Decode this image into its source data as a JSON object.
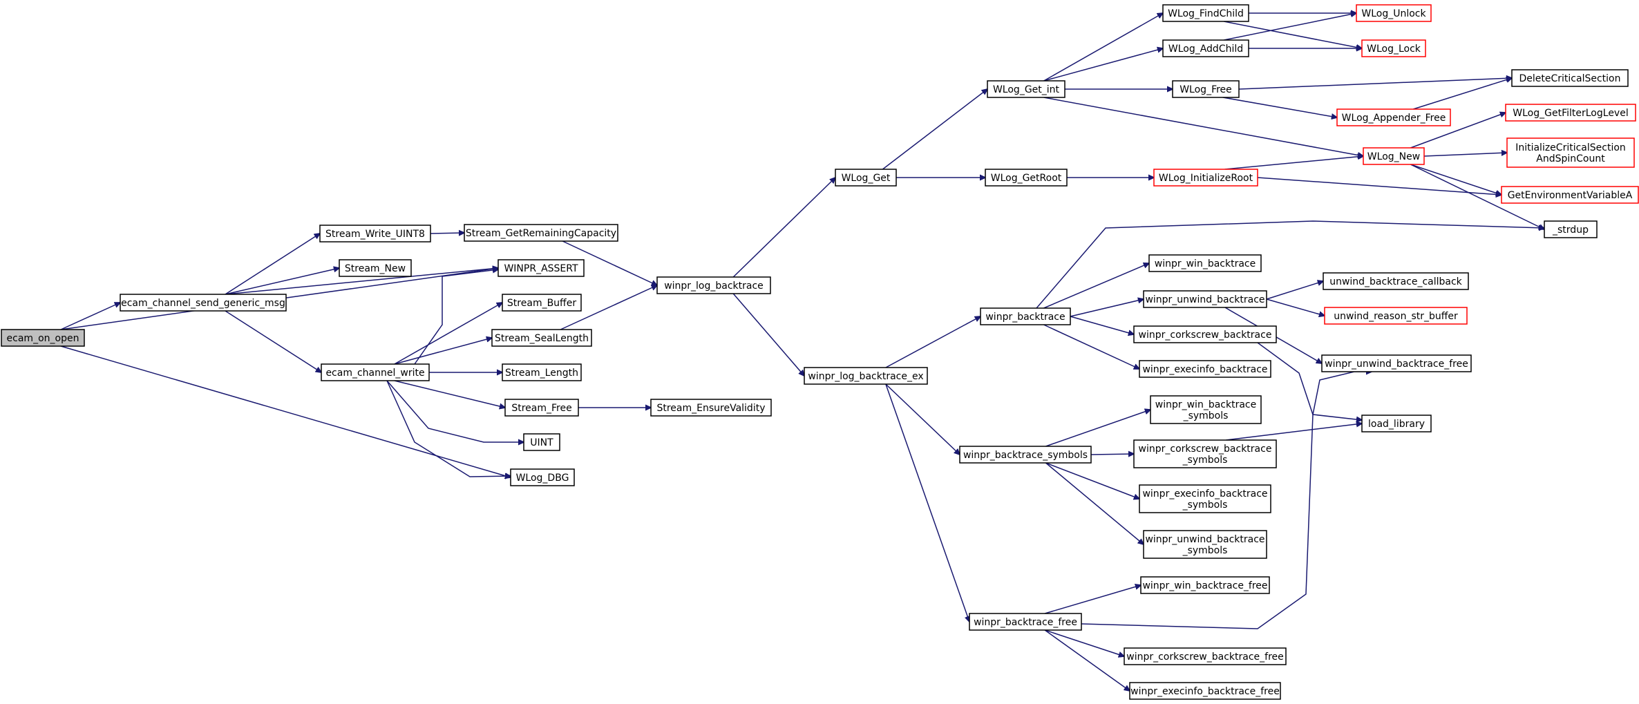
{
  "colors": {
    "edge": "#191970",
    "node_border": "#000000",
    "node_border_external": "#ff0000",
    "root_fill": "#bfbfbf"
  },
  "nodes": [
    {
      "id": "ecam_on_open",
      "lines": [
        "ecam_on_open"
      ],
      "style": "root"
    },
    {
      "id": "ecam_channel_send_generic_msg",
      "lines": [
        "ecam_channel_send_generic_msg"
      ],
      "style": "normal"
    },
    {
      "id": "WINPR_ASSERT",
      "lines": [
        "WINPR_ASSERT"
      ],
      "style": "normal"
    },
    {
      "id": "WLog_DBG",
      "lines": [
        "WLog_DBG"
      ],
      "style": "normal"
    },
    {
      "id": "Stream_Write_UINT8",
      "lines": [
        "Stream_Write_UINT8"
      ],
      "style": "normal"
    },
    {
      "id": "Stream_New",
      "lines": [
        "Stream_New"
      ],
      "style": "normal"
    },
    {
      "id": "ecam_channel_write",
      "lines": [
        "ecam_channel_write"
      ],
      "style": "normal"
    },
    {
      "id": "Stream_GetRemainingCapacity",
      "lines": [
        "Stream_GetRemainingCapacity"
      ],
      "style": "normal"
    },
    {
      "id": "Stream_Buffer",
      "lines": [
        "Stream_Buffer"
      ],
      "style": "normal"
    },
    {
      "id": "Stream_SealLength",
      "lines": [
        "Stream_SealLength"
      ],
      "style": "normal"
    },
    {
      "id": "Stream_Length",
      "lines": [
        "Stream_Length"
      ],
      "style": "normal"
    },
    {
      "id": "Stream_Free",
      "lines": [
        "Stream_Free"
      ],
      "style": "normal"
    },
    {
      "id": "UINT",
      "lines": [
        "UINT"
      ],
      "style": "normal"
    },
    {
      "id": "Stream_EnsureValidity",
      "lines": [
        "Stream_EnsureValidity"
      ],
      "style": "normal"
    },
    {
      "id": "winpr_log_backtrace",
      "lines": [
        "winpr_log_backtrace"
      ],
      "style": "normal"
    },
    {
      "id": "WLog_Get",
      "lines": [
        "WLog_Get"
      ],
      "style": "normal"
    },
    {
      "id": "winpr_log_backtrace_ex",
      "lines": [
        "winpr_log_backtrace_ex"
      ],
      "style": "normal"
    },
    {
      "id": "WLog_Get_int",
      "lines": [
        "WLog_Get_int"
      ],
      "style": "normal"
    },
    {
      "id": "WLog_GetRoot",
      "lines": [
        "WLog_GetRoot"
      ],
      "style": "normal"
    },
    {
      "id": "WLog_FindChild",
      "lines": [
        "WLog_FindChild"
      ],
      "style": "normal"
    },
    {
      "id": "WLog_AddChild",
      "lines": [
        "WLog_AddChild"
      ],
      "style": "normal"
    },
    {
      "id": "WLog_Free",
      "lines": [
        "WLog_Free"
      ],
      "style": "normal"
    },
    {
      "id": "WLog_InitializeRoot",
      "lines": [
        "WLog_InitializeRoot"
      ],
      "style": "red"
    },
    {
      "id": "WLog_Unlock",
      "lines": [
        "WLog_Unlock"
      ],
      "style": "red"
    },
    {
      "id": "WLog_Lock",
      "lines": [
        "WLog_Lock"
      ],
      "style": "red"
    },
    {
      "id": "DeleteCriticalSection",
      "lines": [
        "DeleteCriticalSection"
      ],
      "style": "normal"
    },
    {
      "id": "WLog_Appender_Free",
      "lines": [
        "WLog_Appender_Free"
      ],
      "style": "red"
    },
    {
      "id": "WLog_New",
      "lines": [
        "WLog_New"
      ],
      "style": "red"
    },
    {
      "id": "WLog_GetFilterLogLevel",
      "lines": [
        "WLog_GetFilterLogLevel"
      ],
      "style": "red"
    },
    {
      "id": "InitializeCriticalSectionAndSpinCount",
      "lines": [
        "InitializeCriticalSection",
        "AndSpinCount"
      ],
      "style": "red"
    },
    {
      "id": "GetEnvironmentVariableA",
      "lines": [
        "GetEnvironmentVariableA"
      ],
      "style": "red"
    },
    {
      "id": "_strdup",
      "lines": [
        "_strdup"
      ],
      "style": "normal"
    },
    {
      "id": "winpr_backtrace",
      "lines": [
        "winpr_backtrace"
      ],
      "style": "normal"
    },
    {
      "id": "winpr_backtrace_symbols",
      "lines": [
        "winpr_backtrace_symbols"
      ],
      "style": "normal"
    },
    {
      "id": "winpr_backtrace_free",
      "lines": [
        "winpr_backtrace_free"
      ],
      "style": "normal"
    },
    {
      "id": "winpr_win_backtrace",
      "lines": [
        "winpr_win_backtrace"
      ],
      "style": "normal"
    },
    {
      "id": "winpr_unwind_backtrace",
      "lines": [
        "winpr_unwind_backtrace"
      ],
      "style": "normal"
    },
    {
      "id": "winpr_corkscrew_backtrace",
      "lines": [
        "winpr_corkscrew_backtrace"
      ],
      "style": "normal"
    },
    {
      "id": "winpr_execinfo_backtrace",
      "lines": [
        "winpr_execinfo_backtrace"
      ],
      "style": "normal"
    },
    {
      "id": "unwind_backtrace_callback",
      "lines": [
        "unwind_backtrace_callback"
      ],
      "style": "normal"
    },
    {
      "id": "unwind_reason_str_buffer",
      "lines": [
        "unwind_reason_str_buffer"
      ],
      "style": "red"
    },
    {
      "id": "winpr_unwind_backtrace_free",
      "lines": [
        "winpr_unwind_backtrace_free"
      ],
      "style": "normal"
    },
    {
      "id": "load_library",
      "lines": [
        "load_library"
      ],
      "style": "normal"
    },
    {
      "id": "winpr_win_backtrace_symbols",
      "lines": [
        "winpr_win_backtrace",
        "_symbols"
      ],
      "style": "normal"
    },
    {
      "id": "winpr_corkscrew_backtrace_symbols",
      "lines": [
        "winpr_corkscrew_backtrace",
        "_symbols"
      ],
      "style": "normal"
    },
    {
      "id": "winpr_execinfo_backtrace_symbols",
      "lines": [
        "winpr_execinfo_backtrace",
        "_symbols"
      ],
      "style": "normal"
    },
    {
      "id": "winpr_unwind_backtrace_symbols",
      "lines": [
        "winpr_unwind_backtrace",
        "_symbols"
      ],
      "style": "normal"
    },
    {
      "id": "winpr_win_backtrace_free",
      "lines": [
        "winpr_win_backtrace_free"
      ],
      "style": "normal"
    },
    {
      "id": "winpr_corkscrew_backtrace_free",
      "lines": [
        "winpr_corkscrew_backtrace_free"
      ],
      "style": "normal"
    },
    {
      "id": "winpr_execinfo_backtrace_free",
      "lines": [
        "winpr_execinfo_backtrace_free"
      ],
      "style": "normal"
    }
  ],
  "edges": [
    [
      "ecam_on_open",
      "ecam_channel_send_generic_msg"
    ],
    [
      "ecam_on_open",
      "WINPR_ASSERT"
    ],
    [
      "ecam_on_open",
      "WLog_DBG"
    ],
    [
      "ecam_channel_send_generic_msg",
      "Stream_Write_UINT8"
    ],
    [
      "ecam_channel_send_generic_msg",
      "Stream_New"
    ],
    [
      "ecam_channel_send_generic_msg",
      "WINPR_ASSERT"
    ],
    [
      "ecam_channel_send_generic_msg",
      "ecam_channel_write"
    ],
    [
      "Stream_Write_UINT8",
      "Stream_GetRemainingCapacity"
    ],
    [
      "Stream_GetRemainingCapacity",
      "winpr_log_backtrace"
    ],
    [
      "ecam_channel_write",
      "WINPR_ASSERT"
    ],
    [
      "ecam_channel_write",
      "Stream_Buffer"
    ],
    [
      "ecam_channel_write",
      "Stream_SealLength"
    ],
    [
      "ecam_channel_write",
      "Stream_Length"
    ],
    [
      "ecam_channel_write",
      "Stream_Free"
    ],
    [
      "ecam_channel_write",
      "UINT"
    ],
    [
      "ecam_channel_write",
      "WLog_DBG"
    ],
    [
      "Stream_SealLength",
      "winpr_log_backtrace"
    ],
    [
      "Stream_Free",
      "Stream_EnsureValidity"
    ],
    [
      "winpr_log_backtrace",
      "WLog_Get"
    ],
    [
      "winpr_log_backtrace",
      "winpr_log_backtrace_ex"
    ],
    [
      "WLog_Get",
      "WLog_Get_int"
    ],
    [
      "WLog_Get",
      "WLog_GetRoot"
    ],
    [
      "WLog_Get_int",
      "WLog_FindChild"
    ],
    [
      "WLog_Get_int",
      "WLog_AddChild"
    ],
    [
      "WLog_Get_int",
      "WLog_Free"
    ],
    [
      "WLog_Get_int",
      "WLog_New"
    ],
    [
      "WLog_FindChild",
      "WLog_Unlock"
    ],
    [
      "WLog_FindChild",
      "WLog_Lock"
    ],
    [
      "WLog_AddChild",
      "WLog_Unlock"
    ],
    [
      "WLog_AddChild",
      "WLog_Lock"
    ],
    [
      "WLog_Free",
      "DeleteCriticalSection"
    ],
    [
      "WLog_Free",
      "WLog_Appender_Free"
    ],
    [
      "WLog_Appender_Free",
      "DeleteCriticalSection"
    ],
    [
      "WLog_GetRoot",
      "WLog_InitializeRoot"
    ],
    [
      "WLog_InitializeRoot",
      "WLog_New"
    ],
    [
      "WLog_InitializeRoot",
      "GetEnvironmentVariableA"
    ],
    [
      "WLog_New",
      "WLog_GetFilterLogLevel"
    ],
    [
      "WLog_New",
      "InitializeCriticalSectionAndSpinCount"
    ],
    [
      "WLog_New",
      "GetEnvironmentVariableA"
    ],
    [
      "WLog_New",
      "_strdup"
    ],
    [
      "winpr_log_backtrace_ex",
      "winpr_backtrace"
    ],
    [
      "winpr_log_backtrace_ex",
      "winpr_backtrace_symbols"
    ],
    [
      "winpr_log_backtrace_ex",
      "winpr_backtrace_free"
    ],
    [
      "winpr_backtrace",
      "_strdup"
    ],
    [
      "winpr_backtrace",
      "winpr_win_backtrace"
    ],
    [
      "winpr_backtrace",
      "winpr_unwind_backtrace"
    ],
    [
      "winpr_backtrace",
      "winpr_corkscrew_backtrace"
    ],
    [
      "winpr_backtrace",
      "winpr_execinfo_backtrace"
    ],
    [
      "winpr_unwind_backtrace",
      "unwind_backtrace_callback"
    ],
    [
      "winpr_unwind_backtrace",
      "unwind_reason_str_buffer"
    ],
    [
      "winpr_unwind_backtrace",
      "winpr_unwind_backtrace_free"
    ],
    [
      "winpr_corkscrew_backtrace",
      "load_library"
    ],
    [
      "winpr_backtrace_symbols",
      "winpr_win_backtrace_symbols"
    ],
    [
      "winpr_backtrace_symbols",
      "winpr_corkscrew_backtrace_symbols"
    ],
    [
      "winpr_backtrace_symbols",
      "winpr_execinfo_backtrace_symbols"
    ],
    [
      "winpr_backtrace_symbols",
      "winpr_unwind_backtrace_symbols"
    ],
    [
      "winpr_corkscrew_backtrace_symbols",
      "load_library"
    ],
    [
      "winpr_backtrace_free",
      "winpr_win_backtrace_free"
    ],
    [
      "winpr_backtrace_free",
      "winpr_unwind_backtrace_free"
    ],
    [
      "winpr_backtrace_free",
      "winpr_corkscrew_backtrace_free"
    ],
    [
      "winpr_backtrace_free",
      "winpr_execinfo_backtrace_free"
    ]
  ]
}
